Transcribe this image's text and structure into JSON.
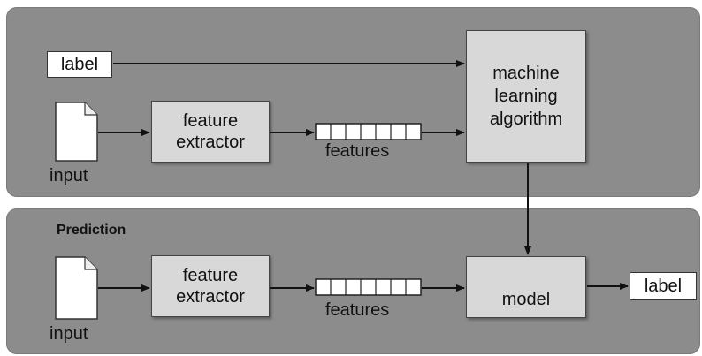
{
  "training": {
    "label": "label",
    "input": "input",
    "extractor_line1": "feature",
    "extractor_line2": "extractor",
    "features": "features",
    "algorithm_line1": "machine",
    "algorithm_line2": "learning",
    "algorithm_line3": "algorithm"
  },
  "prediction": {
    "title": "Prediction",
    "input": "input",
    "extractor_line1": "feature",
    "extractor_line2": "extractor",
    "features": "features",
    "model": "model",
    "output_label": "label"
  },
  "icons": {
    "document": "document-icon",
    "feature_vector": "feature-vector-icon"
  },
  "colors": {
    "panel": "#8c8c8c",
    "box": "#d8d8d8",
    "arrow": "#111111"
  }
}
